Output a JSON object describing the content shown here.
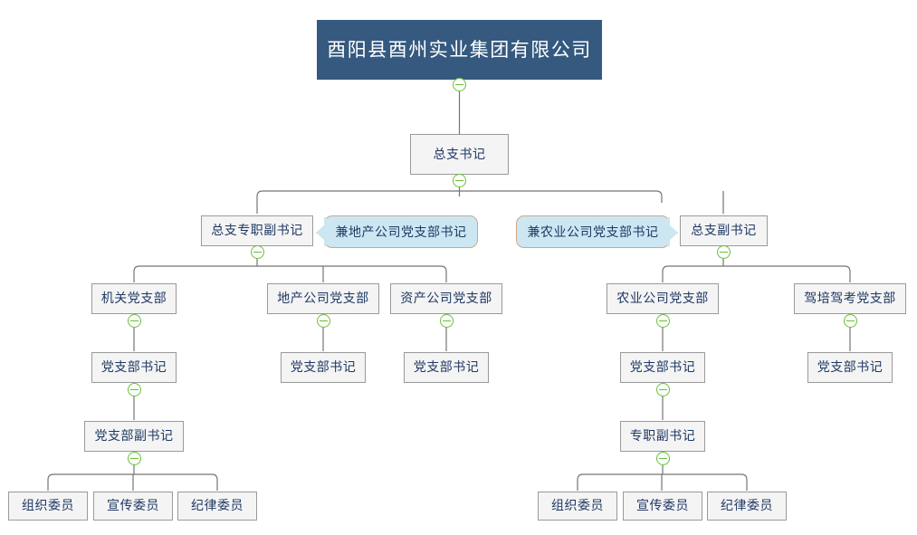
{
  "chart": {
    "title": "酉阳县酉州实业集团有限公司",
    "type": "org-chart",
    "colors": {
      "root_fill": "#35597f",
      "root_text": "#ffffff",
      "node_fill": "#f4f4f4",
      "node_border": "#9a9a9a",
      "node_text": "#1f3864",
      "callout_fill": "#cde7f2",
      "callout_border": "#c9a98a",
      "connector": "#757575",
      "toggle_stroke": "#6cbf3f"
    },
    "toggle_icon_name": "collapse-minus-icon",
    "toggle_state": "expanded"
  },
  "nodes": {
    "root": "酉阳县酉州实业集团有限公司",
    "general_secretary": "总支书记",
    "deputy_fulltime": "总支专职副书记",
    "deputy_secretary": "总支副书记",
    "branch_jiguan": "机关党支部",
    "branch_dichan": "地产公司党支部",
    "branch_zichan": "资产公司党支部",
    "branch_nongye": "农业公司党支部",
    "branch_jiapei": "驾培驾考党支部",
    "secretary_jiguan": "党支部书记",
    "secretary_dichan": "党支部书记",
    "secretary_zichan": "党支部书记",
    "secretary_nongye": "党支部书记",
    "secretary_jiapei": "党支部书记",
    "vice_secretary_left": "党支部副书记",
    "vice_secretary_right": "专职副书记",
    "committee_org_left": "组织委员",
    "committee_pub_left": "宣传委员",
    "committee_disc_left": "纪律委员",
    "committee_org_right": "组织委员",
    "committee_pub_right": "宣传委员",
    "committee_disc_right": "纪律委员"
  },
  "callouts": {
    "left": "兼地产公司党支部书记",
    "right": "兼农业公司党支部书记"
  }
}
